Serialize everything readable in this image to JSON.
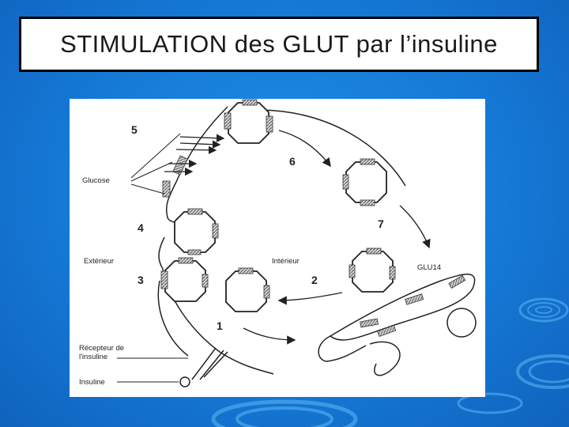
{
  "slide": {
    "title": "STIMULATION des GLUT par l’insuline"
  },
  "diagram": {
    "step_numbers": [
      "5",
      "6",
      "4",
      "7",
      "3",
      "2",
      "1"
    ],
    "labels": {
      "glucose": "Glucose",
      "exterieur": "Extérieur",
      "interieur": "Intérieur",
      "glut14": "GLU14",
      "recepteur_line1": "Récepteur de",
      "recepteur_line2": "l'insuline",
      "insuline": "Insuline"
    }
  }
}
